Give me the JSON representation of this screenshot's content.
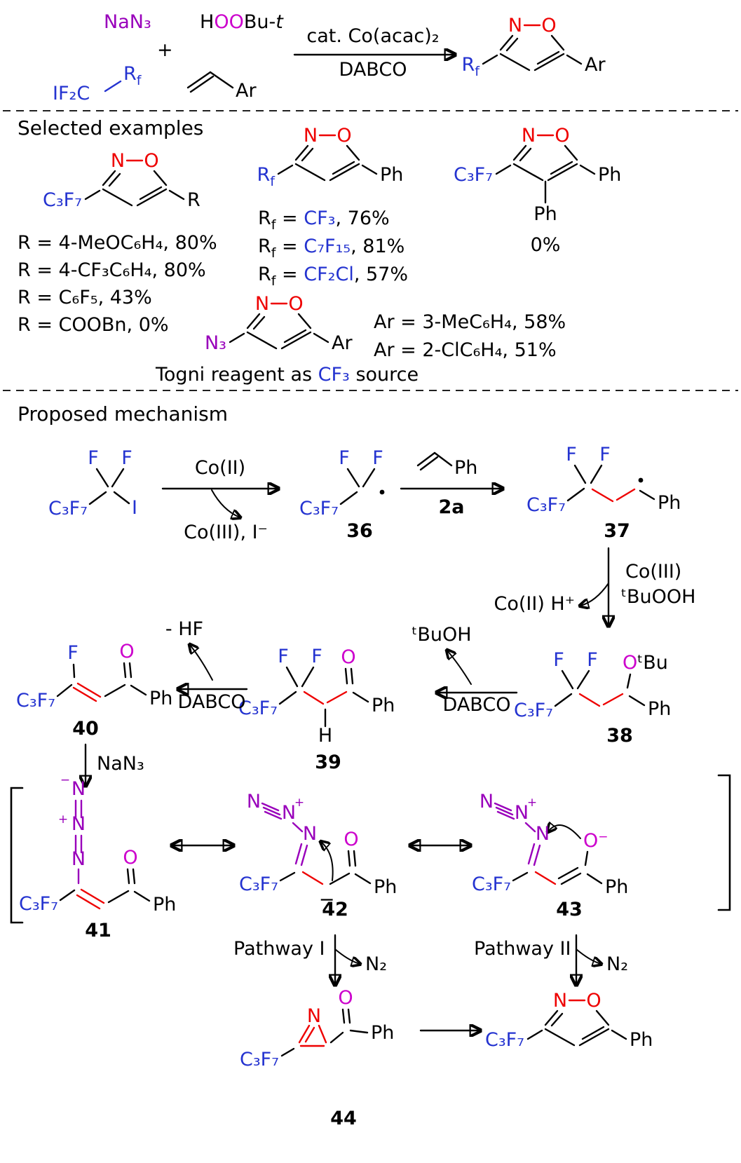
{
  "colors": {
    "blue": "#2433d0",
    "red": "#ee0000",
    "magenta": "#cc00cc",
    "purple": "#9900bb",
    "black": "#000000"
  },
  "atoms": {
    "N": "N",
    "O": "O",
    "F": "F",
    "H": "H",
    "I": "I",
    "R": "R",
    "f": "f",
    "Ph": "Ph",
    "Ar": "Ar",
    "C3F7": "C₃F₇",
    "N3": "N₃",
    "plus": "+",
    "minus": "−",
    "eq": " = "
  },
  "top": {
    "nan3": "NaN₃",
    "plus": "+",
    "perox": {
      "h": "H",
      "oo": "OO",
      "bu": "Bu-",
      "t": "t"
    },
    "if2c": "IF₂C",
    "cond_top": "cat. Co(acac)₂",
    "cond_bottom": "DABCO"
  },
  "examples": {
    "heading": "Selected examples",
    "r_lines": [
      "R = 4-MeOC₆H₄, 80%",
      "R = 4-CF₃C₆H₄, 80%",
      "R = C₆F₅, 43%",
      "R = COOBn, 0%"
    ],
    "rf_lines": [
      {
        "val": "CF₃",
        "post": ", 76%"
      },
      {
        "val": "C₇F₁₅",
        "post": ", 81%"
      },
      {
        "val": "CF₂Cl",
        "post": ", 57%"
      }
    ],
    "zero": "0%",
    "ar_lines": [
      "Ar = 3-MeC₆H₄, 58%",
      "Ar = 2-ClC₆H₄, 51%"
    ],
    "togni": {
      "pre": "Togni reagent as ",
      "cf3": "CF₃",
      "post": " source"
    }
  },
  "mech": {
    "heading": "Proposed mechanism",
    "co_ii": "Co(II)",
    "co_iii_i": "Co(III), I⁻",
    "c36": "36",
    "c2a": "2a",
    "c37": "37",
    "co_iii": "Co(III)",
    "tbuooh": "ᵗBuOOH",
    "co_ii_h": "Co(II) H⁺",
    "otbu_o": "O",
    "otbu_r": "ᵗBu",
    "c38": "38",
    "dabco": "DABCO",
    "tbuoh": "ᵗBuOH",
    "c39": "39",
    "hf": "- HF",
    "c40": "40",
    "nan3": "NaN₃",
    "c41": "41",
    "c42": "42",
    "c43": "43",
    "p1": "Pathway I",
    "p2": "Pathway II",
    "n2": "N₂",
    "c44": "44"
  }
}
